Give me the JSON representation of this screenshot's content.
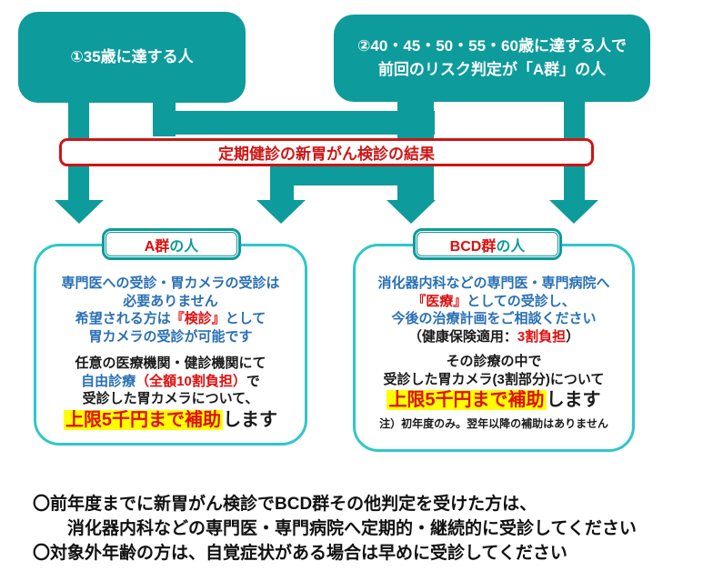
{
  "palette": {
    "teal": "#0e9b9b",
    "container_border": "#2fc7c9",
    "banner_red": "#d01414",
    "text_red": "#e00e0e",
    "text_blue": "#2970b5",
    "highlight_yellow": "#ffff00",
    "text_black": "#1a1a1a"
  },
  "box_35": {
    "text": "①35歳に達する人"
  },
  "box_40": {
    "line1": "②40・45・50・55・60歳に達する人で",
    "line2": "前回のリスク判定が「A群」の人"
  },
  "banner": {
    "text": "定期健診の新胃がん検診の結果"
  },
  "group_a": {
    "label_red": "A群",
    "label_teal": "の人",
    "blue1": "専門医への受診・胃カメラの受診は",
    "blue2": "必要ありません",
    "blue3_pre": "希望される方は",
    "blue3_red": "『検診』",
    "blue3_post": "として",
    "blue4": "胃カメラの受診が可能です",
    "black1": "任意の医療機関・健診機関にて",
    "mix_blue": "自由診療",
    "mix_red": "（全額10割負担）",
    "mix_black": "で",
    "black2": "受診した胃カメラについて、",
    "subsidy_hl": "上限5千円まで補助",
    "subsidy_post": "します"
  },
  "group_bcd": {
    "label_red": "BCD群",
    "label_teal": "の人",
    "blue1": "消化器内科などの専門医・専門病院へ",
    "blue2_red": "『医療』",
    "blue2_post": "としての受診し、",
    "blue3": "今後の治療計画をご相談ください",
    "paren_pre": "（健康保険適用：",
    "paren_red": "3割負担",
    "paren_post": "）",
    "black1": "その診療の中で",
    "black2": "受診した胃カメラ(3割部分)について",
    "subsidy_hl": "上限5千円まで補助",
    "subsidy_post": "します",
    "note": "注）初年度のみ。翌年以降の補助はありません"
  },
  "footer": {
    "line1": "〇前年度までに新胃がん検診でBCD群その他判定を受けた方は、",
    "line2": "消化器内科などの専門医・専門病院へ定期的・継続的に受診してください",
    "line3": "〇対象外年齢の方は、自覚症状がある場合は早めに受診してください"
  }
}
